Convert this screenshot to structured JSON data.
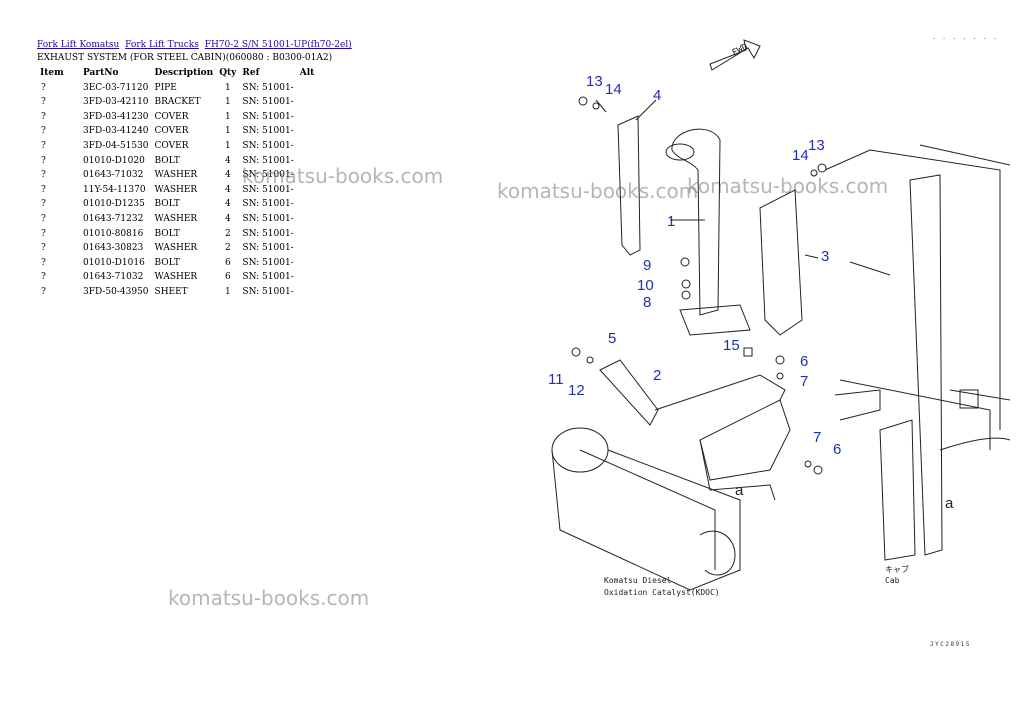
{
  "breadcrumb": {
    "links": [
      "Fork Lift Komatsu",
      "Fork Lift Trucks",
      "FH70-2 S/N 51001-UP(fh70-2el)"
    ]
  },
  "subtitle": "EXHAUST SYSTEM (FOR STEEL CABIN)(060080 : B0300-01A2)",
  "table": {
    "headers": [
      "Item",
      "PartNo",
      "Description",
      "Qty",
      "Ref",
      "Alt"
    ],
    "rows": [
      [
        "?",
        "3EC-03-71120",
        "PIPE",
        "1",
        "SN: 51001-",
        ""
      ],
      [
        "?",
        "3FD-03-42110",
        "BRACKET",
        "1",
        "SN: 51001-",
        ""
      ],
      [
        "?",
        "3FD-03-41230",
        "COVER",
        "1",
        "SN: 51001-",
        ""
      ],
      [
        "?",
        "3FD-03-41240",
        "COVER",
        "1",
        "SN: 51001-",
        ""
      ],
      [
        "?",
        "3FD-04-51530",
        "COVER",
        "1",
        "SN: 51001-",
        ""
      ],
      [
        "?",
        "01010-D1020",
        "BOLT",
        "4",
        "SN: 51001-",
        ""
      ],
      [
        "?",
        "01643-71032",
        "WASHER",
        "4",
        "SN: 51001-",
        ""
      ],
      [
        "?",
        "11Y-54-11370",
        "WASHER",
        "4",
        "SN: 51001-",
        ""
      ],
      [
        "?",
        "01010-D1235",
        "BOLT",
        "4",
        "SN: 51001-",
        ""
      ],
      [
        "?",
        "01643-71232",
        "WASHER",
        "4",
        "SN: 51001-",
        ""
      ],
      [
        "?",
        "01010-80816",
        "BOLT",
        "2",
        "SN: 51001-",
        ""
      ],
      [
        "?",
        "01643-30823",
        "WASHER",
        "2",
        "SN: 51001-",
        ""
      ],
      [
        "?",
        "01010-D1016",
        "BOLT",
        "6",
        "SN: 51001-",
        ""
      ],
      [
        "?",
        "01643-71032",
        "WASHER",
        "6",
        "SN: 51001-",
        ""
      ],
      [
        "?",
        "3FD-50-43950",
        "SHEET",
        "1",
        "SN: 51001-",
        ""
      ]
    ]
  },
  "watermark": "komatsu-books.com",
  "diagram": {
    "fwd_label": "FWD",
    "callouts": [
      "13",
      "14",
      "4",
      "1",
      "9",
      "10",
      "8",
      "5",
      "15",
      "6",
      "7",
      "2",
      "11",
      "12",
      "13",
      "14",
      "3",
      "7",
      "6",
      "a",
      "a"
    ],
    "kdoc_line1": "Komatsu Diesel",
    "kdoc_line2": "Oxidation Catalyst(KDOC)",
    "cab_jp": "キャブ",
    "cab_en": "Cab",
    "drawing_code": "JYC28915",
    "corner_code": ". . . . . . ."
  },
  "colors": {
    "link": "#1a0dab",
    "callout": "#1f2fb8",
    "line": "#222222"
  }
}
